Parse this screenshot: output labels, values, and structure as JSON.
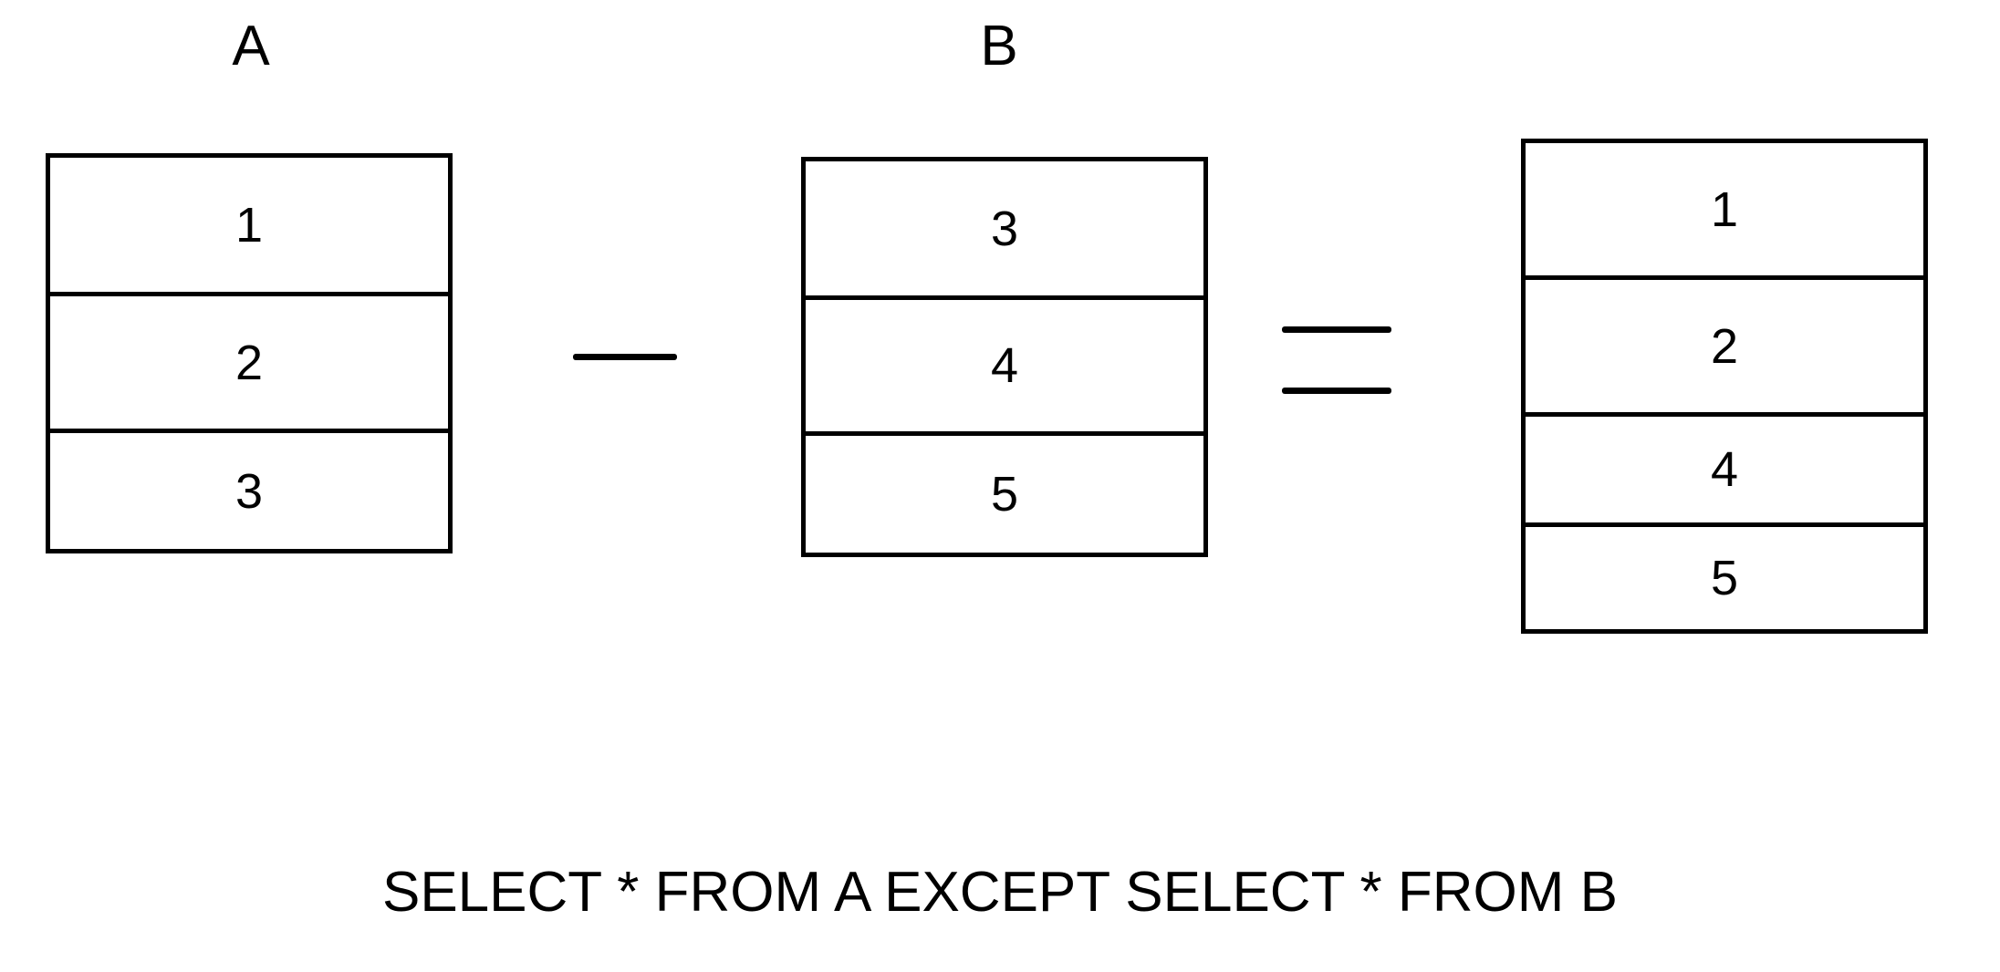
{
  "figure": {
    "background_color": "#ffffff",
    "stroke_color": "#000000",
    "caption": "SELECT * FROM A EXCEPT SELECT * FROM B"
  },
  "tables": {
    "left": {
      "label": "A",
      "rows": [
        "1",
        "2",
        "3"
      ]
    },
    "right": {
      "label": "B",
      "rows": [
        "3",
        "4",
        "5"
      ]
    },
    "result": {
      "label": "",
      "rows": [
        "1",
        "2",
        "4",
        "5"
      ]
    }
  },
  "operators": {
    "minus": "—",
    "equals": "="
  }
}
